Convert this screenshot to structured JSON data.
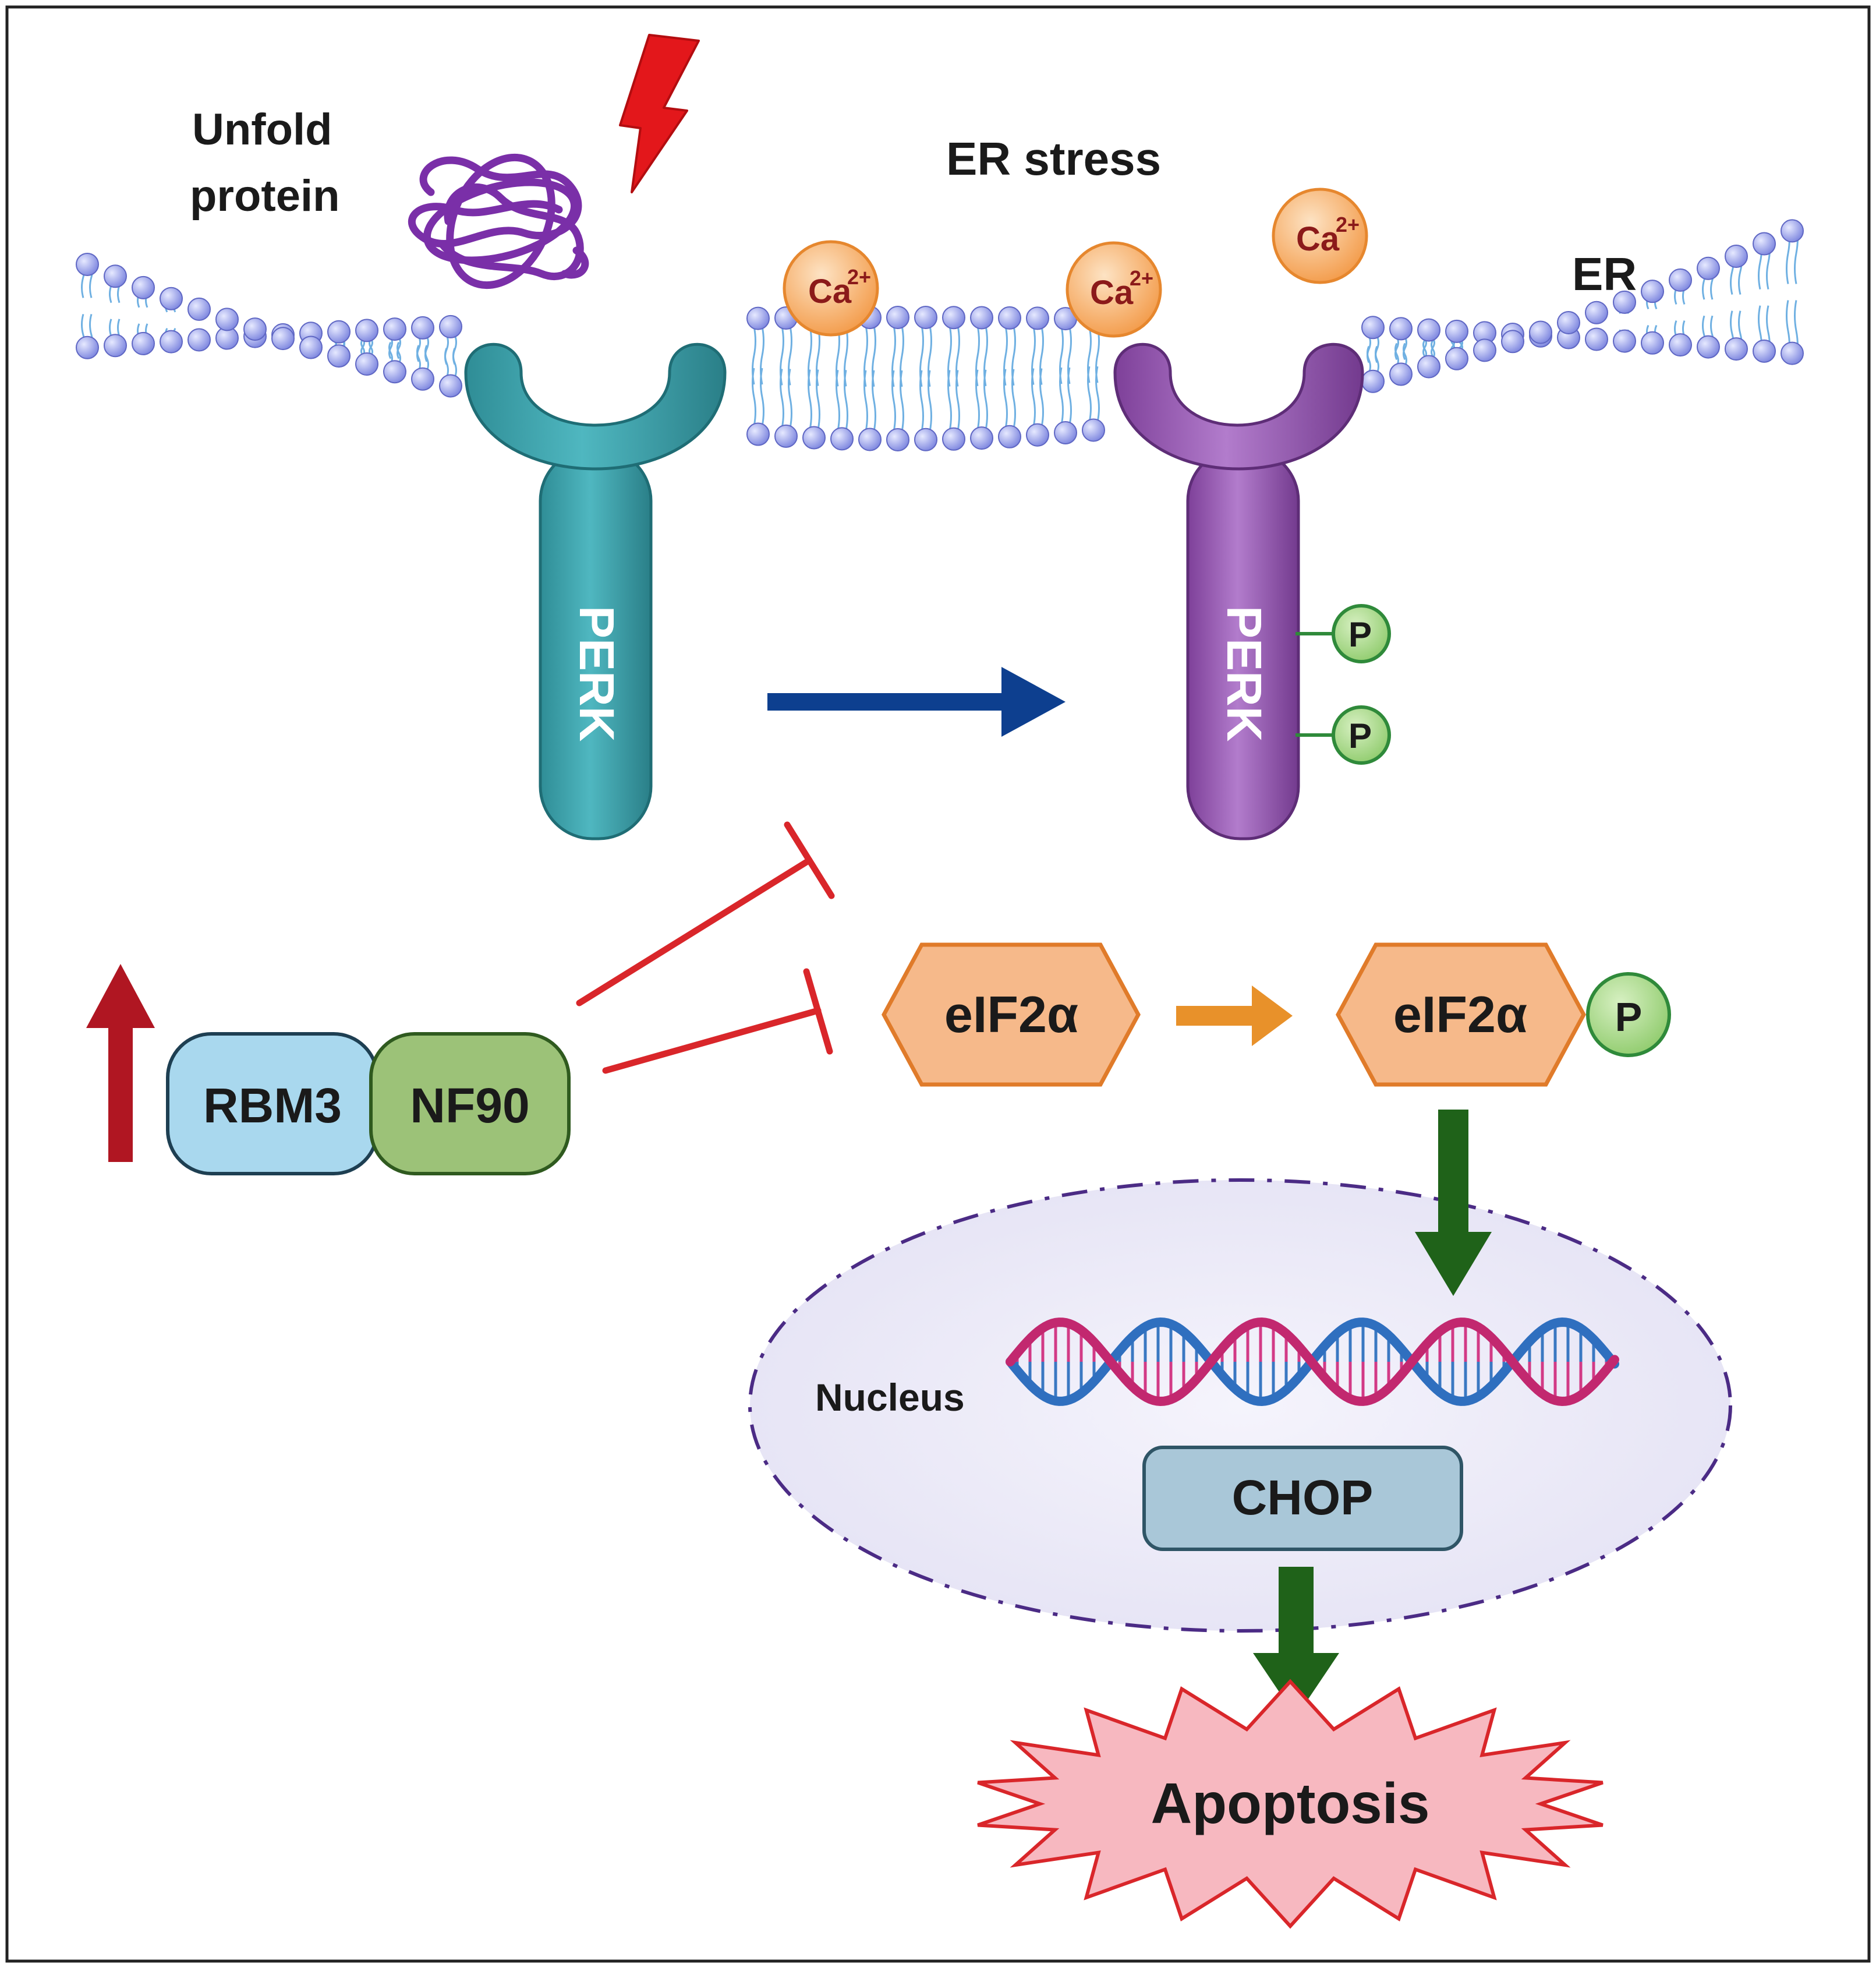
{
  "labels": {
    "unfold_protein_line1": "Unfold",
    "unfold_protein_line2": "protein",
    "er_stress": "ER stress",
    "er": "ER",
    "calcium_base": "Ca",
    "calcium_charge": "2+",
    "perk_inactive": "PERK",
    "perk_active": "PERK",
    "phospho": "P",
    "rbm3": "RBM3",
    "nf90": "NF90",
    "eif2a": "eIF2α",
    "eif2a_phos": "eIF2α",
    "nucleus": "Nucleus",
    "chop": "CHOP",
    "apoptosis": "Apoptosis"
  },
  "colors": {
    "membrane_head": "#8f97e6",
    "membrane_tail": "#6fb0e2",
    "perk_inactive": "#3ba3ad",
    "perk_active": "#9b5fb5",
    "phospho_fill": "#a8d88a",
    "phospho_stroke": "#2f8a3a",
    "calcium_fill": "#f6b26b",
    "calcium_text": "#8b1a1a",
    "rbm3_fill": "#a9d8ee",
    "nf90_fill": "#9cc278",
    "eif2a_fill": "#f6b98a",
    "eif2a_stroke": "#e07b2a",
    "activation_arrow": "#0d3f8f",
    "inhibition": "#d9262a",
    "upregulation_arrow": "#b01622",
    "eif2a_arrow": "#e8912a",
    "pathway_arrow": "#1f6219",
    "nucleus_fill": "#ecebf8",
    "nucleus_stroke": "#4b2b85",
    "chop_fill": "#a9c7d8",
    "apoptosis_fill": "#f7b8c0",
    "apoptosis_stroke": "#d9262a",
    "stress_bolt": "#e3171b",
    "unfolded_protein": "#7a2fa8"
  }
}
